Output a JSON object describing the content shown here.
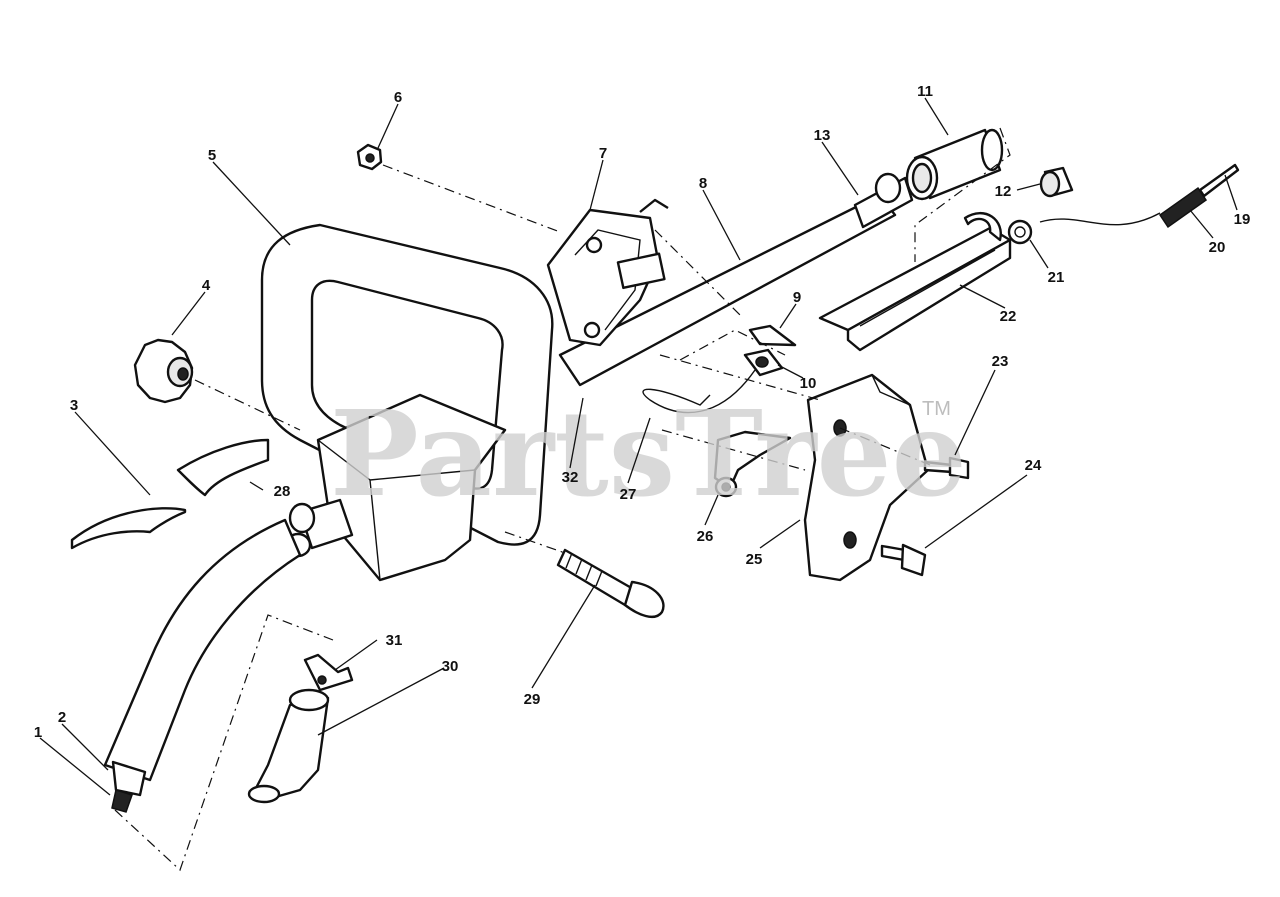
{
  "watermark": {
    "text": "PartsTree",
    "trademark": "TM"
  },
  "callouts": [
    "1",
    "2",
    "3",
    "4",
    "5",
    "6",
    "7",
    "8",
    "9",
    "10",
    "11",
    "12",
    "13",
    "19",
    "20",
    "21",
    "22",
    "23",
    "24",
    "25",
    "26",
    "27",
    "28",
    "29",
    "30",
    "31",
    "32"
  ]
}
